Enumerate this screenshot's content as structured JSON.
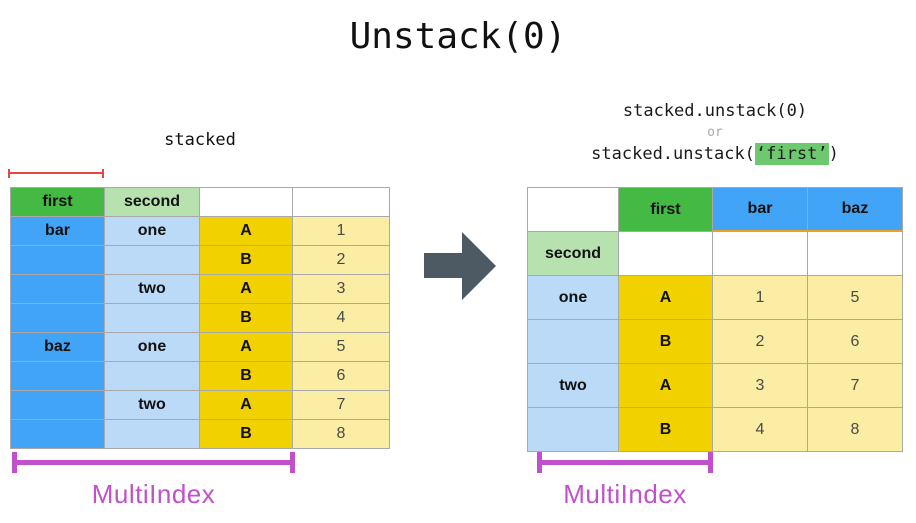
{
  "title": "Unstack(0)",
  "left_panel": {
    "caption": "stacked",
    "table": {
      "header_row": [
        "first",
        "second",
        "",
        ""
      ],
      "rows": [
        [
          "bar",
          "one",
          "A",
          "1"
        ],
        [
          "",
          "",
          "B",
          "2"
        ],
        [
          "",
          "two",
          "A",
          "3"
        ],
        [
          "",
          "",
          "B",
          "4"
        ],
        [
          "baz",
          "one",
          "A",
          "5"
        ],
        [
          "",
          "",
          "B",
          "6"
        ],
        [
          "",
          "two",
          "A",
          "7"
        ],
        [
          "",
          "",
          "B",
          "8"
        ]
      ]
    },
    "bracket_label": "MultiIndex"
  },
  "right_panel": {
    "code": {
      "line1": "stacked.unstack(0)",
      "connector": "or",
      "line2_prefix": "stacked.unstack(",
      "line2_highlight": "‘first’",
      "line2_suffix": ")"
    },
    "table": {
      "rows": [
        [
          "",
          "first",
          "bar",
          "baz"
        ],
        [
          "second",
          "",
          "",
          ""
        ],
        [
          "one",
          "A",
          "1",
          "5"
        ],
        [
          "",
          "B",
          "2",
          "6"
        ],
        [
          "two",
          "A",
          "3",
          "7"
        ],
        [
          "",
          "B",
          "4",
          "8"
        ]
      ]
    },
    "bracket_label": "MultiIndex"
  },
  "colors": {
    "index_green": "#44b944",
    "index_light_green": "#b7e2af",
    "index_blue": "#42a4f6",
    "index_light_blue": "#badaf8",
    "letter_gold": "#f2d100",
    "value_yellow": "#fbeda3",
    "header_underline_orange": "#eba21c",
    "bracket_magenta": "#c050cc",
    "measure_red": "#e84545",
    "arrow_slate": "#4d5a63",
    "highlight_green": "#6cc96d",
    "or_gray": "#aaaaaa"
  }
}
